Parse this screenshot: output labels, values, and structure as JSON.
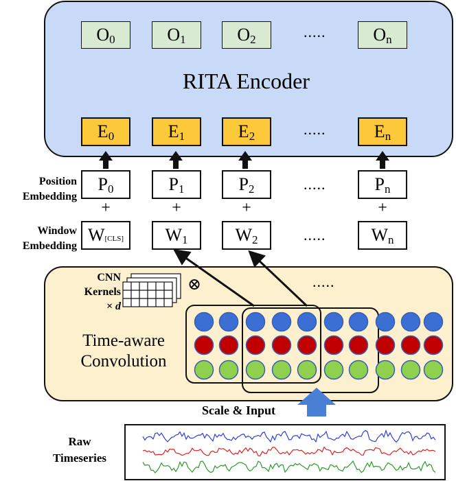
{
  "encoder": {
    "title": "RITA Encoder",
    "outputs": [
      {
        "base": "O",
        "sub": "0"
      },
      {
        "base": "O",
        "sub": "1"
      },
      {
        "base": "O",
        "sub": "2"
      },
      {
        "base": "O",
        "sub": "n"
      }
    ],
    "embeddings": [
      {
        "base": "E",
        "sub": "0"
      },
      {
        "base": "E",
        "sub": "1"
      },
      {
        "base": "E",
        "sub": "2"
      },
      {
        "base": "E",
        "sub": "n"
      }
    ],
    "ellipsis": "....."
  },
  "position_embedding": {
    "label_line1": "Position",
    "label_line2": "Embedding",
    "items": [
      {
        "base": "P",
        "sub": "0"
      },
      {
        "base": "P",
        "sub": "1"
      },
      {
        "base": "P",
        "sub": "2"
      },
      {
        "base": "P",
        "sub": "n"
      }
    ],
    "ellipsis": "....."
  },
  "plus_sign": "+",
  "window_embedding": {
    "label_line1": "Window",
    "label_line2": "Embedding",
    "items": [
      {
        "base": "W",
        "sub": "[CLS]"
      },
      {
        "base": "W",
        "sub": "1"
      },
      {
        "base": "W",
        "sub": "2"
      },
      {
        "base": "W",
        "sub": "n"
      }
    ],
    "ellipsis": "....."
  },
  "convolution": {
    "kernels_line1": "CNN",
    "kernels_line2": "Kernels",
    "kernels_line3": "× d",
    "otimes": "⊗",
    "ellipsis": ".....",
    "label_line1": "Time-aware",
    "label_line2": "Convolution"
  },
  "input_label": "Scale & Input",
  "raw": {
    "label_line1": "Raw",
    "label_line2": "Timeseries"
  },
  "colors": {
    "encoder_bg": "#c9daf8",
    "conv_bg": "#fdf0cf",
    "output_box": "#d9ead3",
    "embedding_box": "#fcc93a",
    "dot_blue": "#3b6fd4",
    "dot_red": "#c00000",
    "dot_green": "#8fd14f",
    "arrow_blue": "#4a7fd6",
    "series_blue": "#2f3fd6",
    "series_red": "#e02020",
    "series_green": "#2a9a2a"
  }
}
